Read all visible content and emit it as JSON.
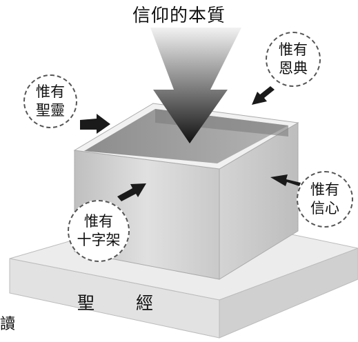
{
  "title": "信仰的本質",
  "bubbles": {
    "holy_spirit": {
      "line1": "惟有",
      "line2": "聖靈"
    },
    "grace": {
      "line1": "惟有",
      "line2": "恩典"
    },
    "cross": {
      "line1": "惟有",
      "line2": "十字架"
    },
    "faith": {
      "line1": "惟有",
      "line2": "信心"
    }
  },
  "base_label": "聖 經",
  "cut_text": "讀",
  "colors": {
    "box_front": "#d6d6d6",
    "box_side": "#c4c4c4",
    "box_inner": "#9a9a9a",
    "arrow": "#1a1a1a",
    "base_top": "#ececec"
  }
}
